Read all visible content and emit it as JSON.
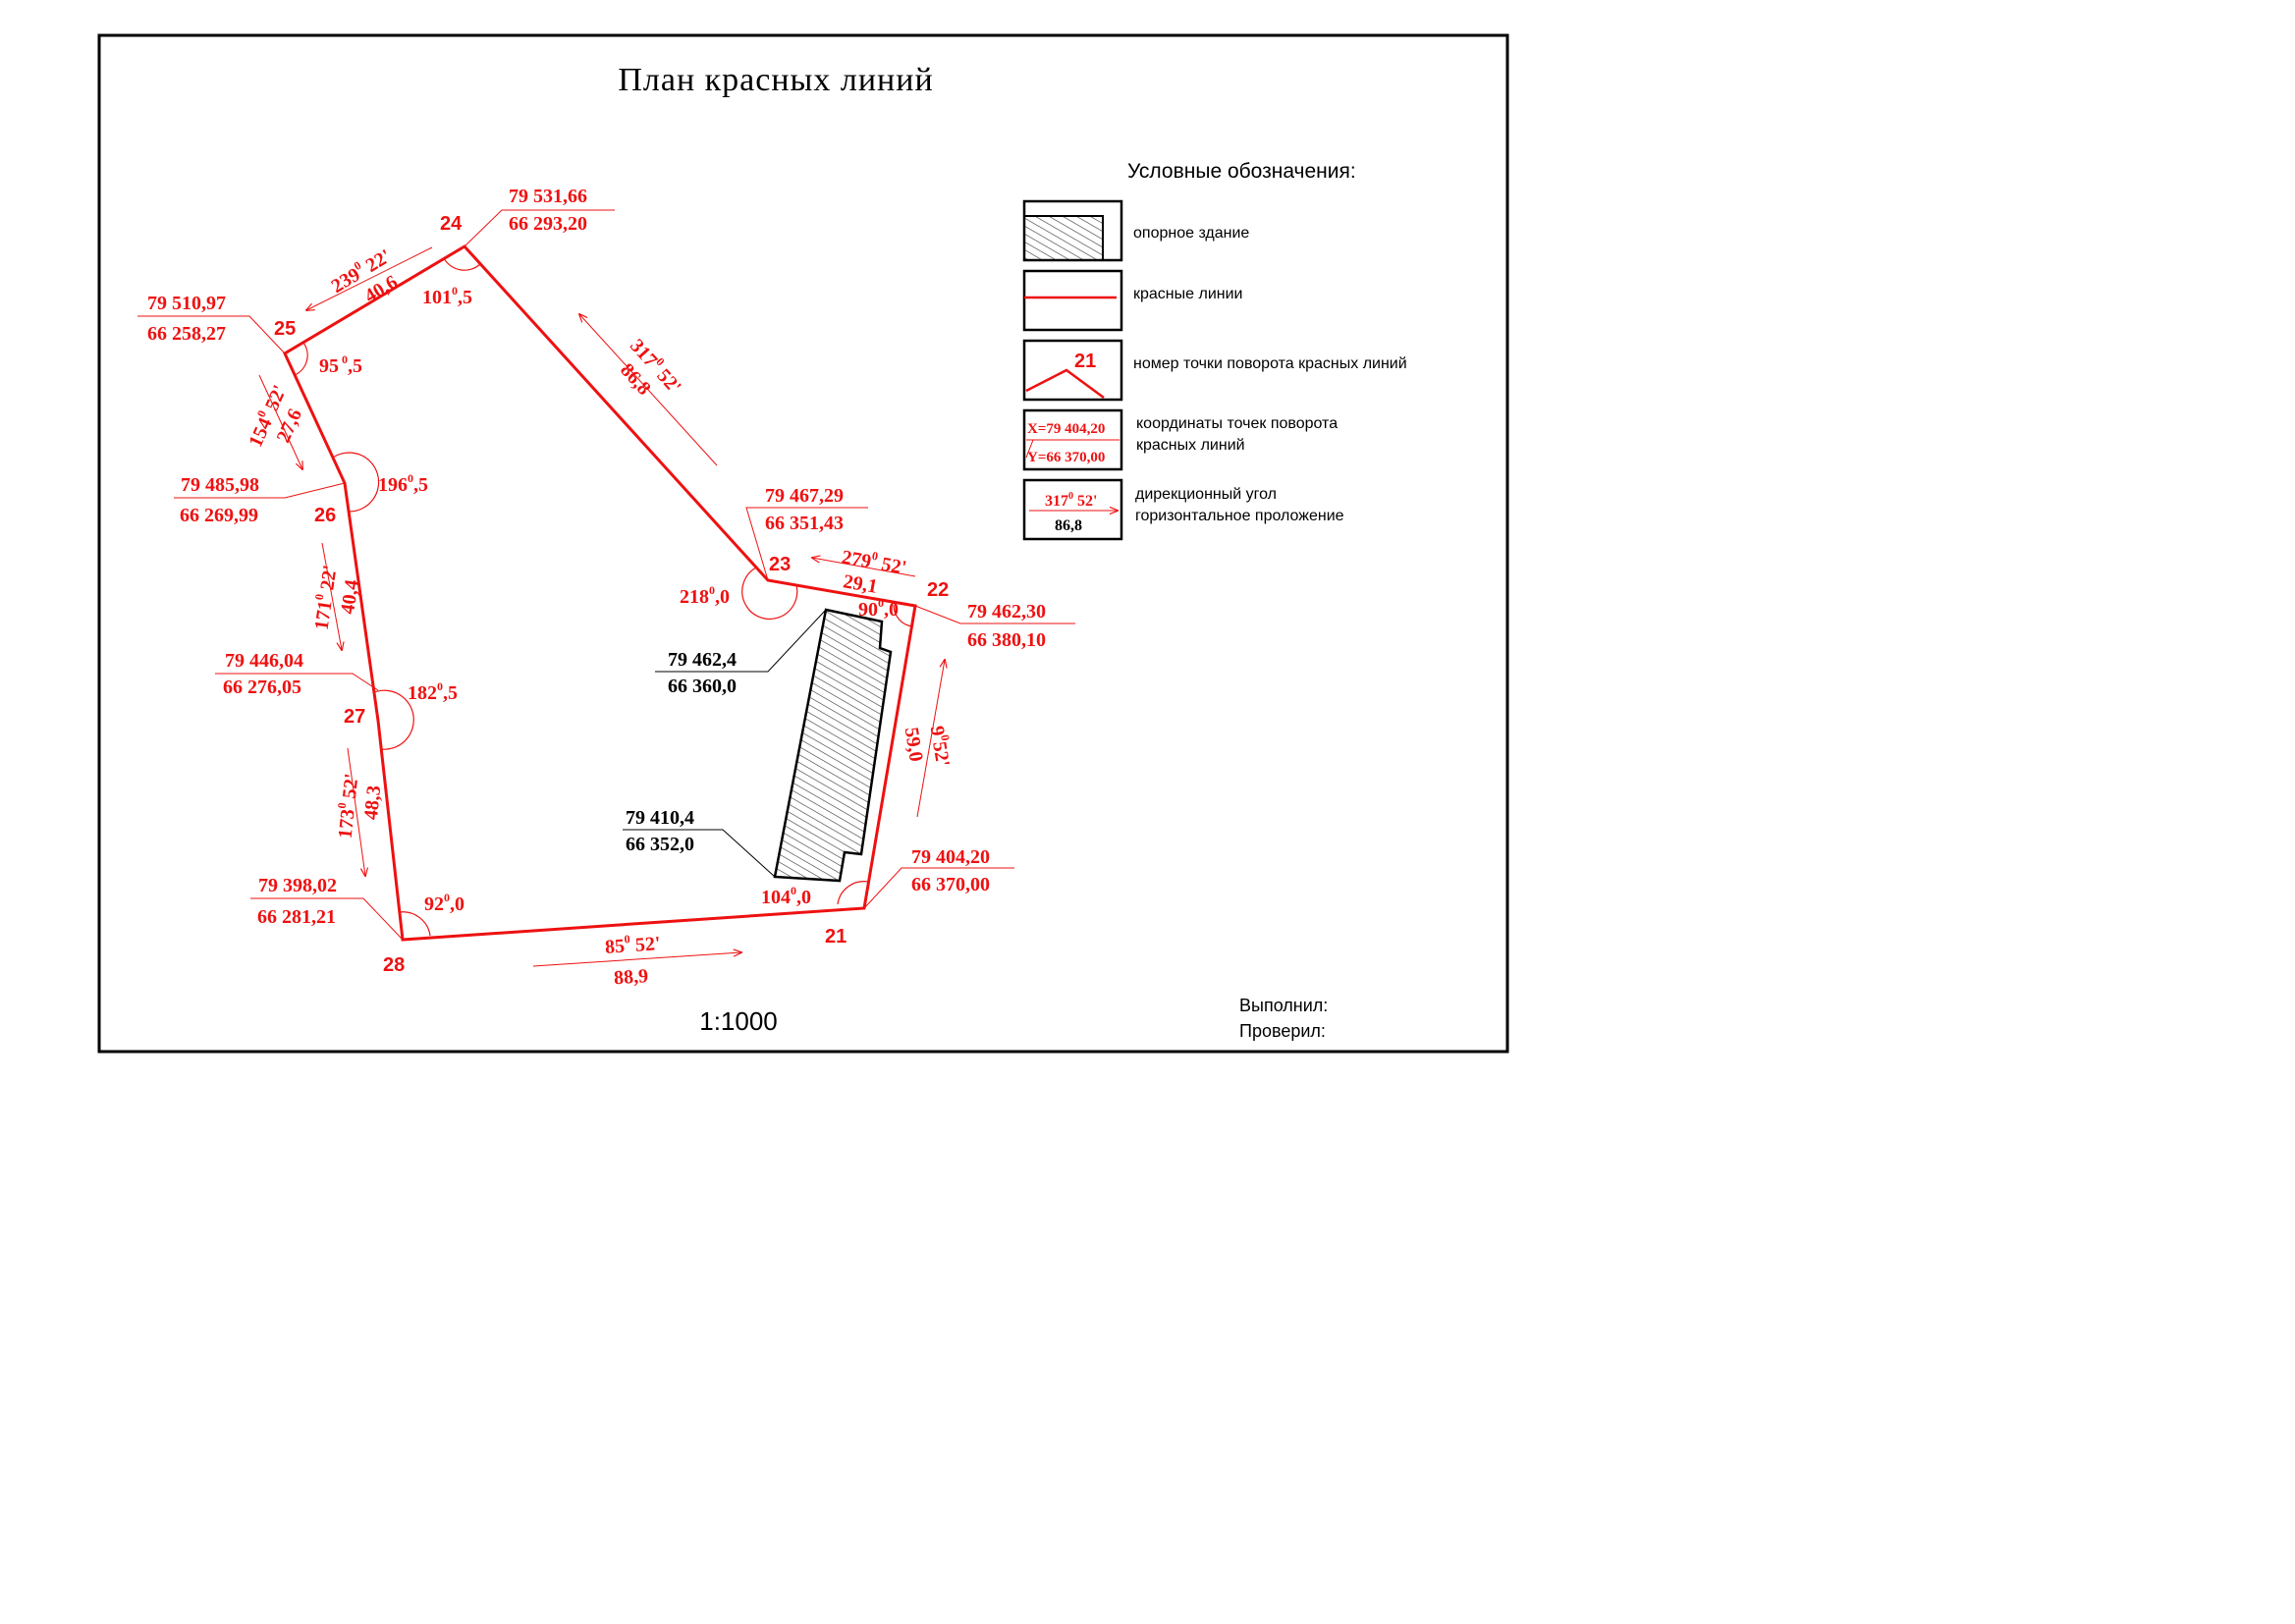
{
  "title": "План красных линий",
  "scale": "1:1000",
  "signatures": {
    "performed": "Выполнил:",
    "checked": "Проверил:"
  },
  "colors": {
    "red_line": "#ee1111",
    "frame": "#000000"
  },
  "legend": {
    "title": "Условные обозначения:",
    "building": "опорное здание",
    "red_lines": "красные линии",
    "point_number": "номер точки поворота красных линий",
    "point_number_sample": "21",
    "coords_line1": "координаты точек поворота",
    "coords_line2": "красных линий",
    "coords_sample_x": "X=79 404,20",
    "coords_sample_y": "Y=66 370,00",
    "angle_line1": "дирекционный угол",
    "angle_line2": "горизонтальное проложение",
    "angle_sample": "317",
    "angle_sample_min": " 52'",
    "length_sample": "86,8"
  },
  "points": {
    "p21": {
      "num": "21",
      "x": "79 404,20",
      "y": "66 370,00",
      "angle": "104",
      "angle_frac": ",0"
    },
    "p22": {
      "num": "22",
      "x": "79 462,30",
      "y": "66 380,10",
      "angle": "90",
      "angle_frac": ",0"
    },
    "p23": {
      "num": "23",
      "x": "79 467,29",
      "y": "66 351,43",
      "angle": "218",
      "angle_frac": ",0"
    },
    "p24": {
      "num": "24",
      "x": "79 531,66",
      "y": "66 293,20",
      "angle": "101",
      "angle_frac": ",5"
    },
    "p25": {
      "num": "25",
      "x": "79 510,97",
      "y": "66 258,27",
      "angle": "95",
      "angle_frac": ",5"
    },
    "p26": {
      "num": "26",
      "x": "79 485,98",
      "y": "66 269,99",
      "angle": "196",
      "angle_frac": ",5"
    },
    "p27": {
      "num": "27",
      "x": "79 446,04",
      "y": "66 276,05",
      "angle": "182",
      "angle_frac": ",5"
    },
    "p28": {
      "num": "28",
      "x": "79 398,02",
      "y": "66 281,21",
      "angle": "92",
      "angle_frac": ",0"
    }
  },
  "segments": {
    "s21_22": {
      "deg": "9",
      "min": "52'",
      "len": "59,0"
    },
    "s22_23": {
      "deg": "279",
      "min": " 52'",
      "len": "29,1"
    },
    "s23_24": {
      "deg": "317",
      "min": " 52'",
      "len": "86,8"
    },
    "s24_25": {
      "deg": "239",
      "min": " 22'",
      "len": "40,6"
    },
    "s25_26": {
      "deg": "154",
      "min": " 52'",
      "len": "27,6"
    },
    "s26_27": {
      "deg": "171",
      "min": " 22'",
      "len": "40,4"
    },
    "s27_28": {
      "deg": "173",
      "min": " 52'",
      "len": "48,3"
    },
    "s28_21": {
      "deg": "85",
      "min": " 52'",
      "len": "88,9"
    }
  },
  "building": {
    "top": {
      "x": "79 462,4",
      "y": "66 360,0"
    },
    "bottom": {
      "x": "79 410,4",
      "y": "66 352,0"
    }
  }
}
